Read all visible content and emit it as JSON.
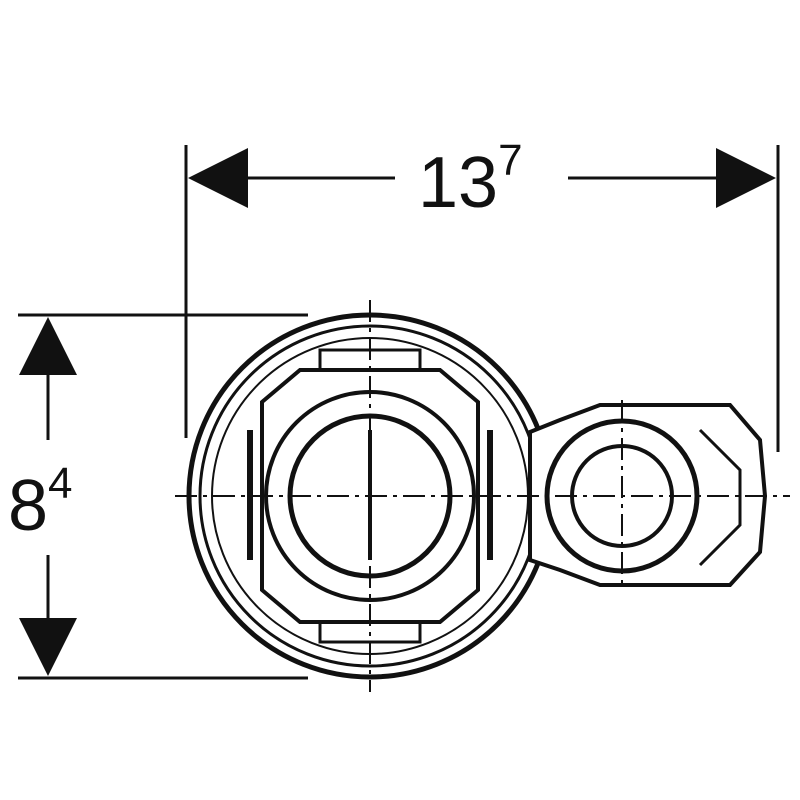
{
  "dimensions": {
    "width": {
      "main": "13",
      "sup": "7"
    },
    "height": {
      "main": "8",
      "sup": "4"
    }
  },
  "colors": {
    "line": "#111111",
    "background": "#ffffff"
  }
}
